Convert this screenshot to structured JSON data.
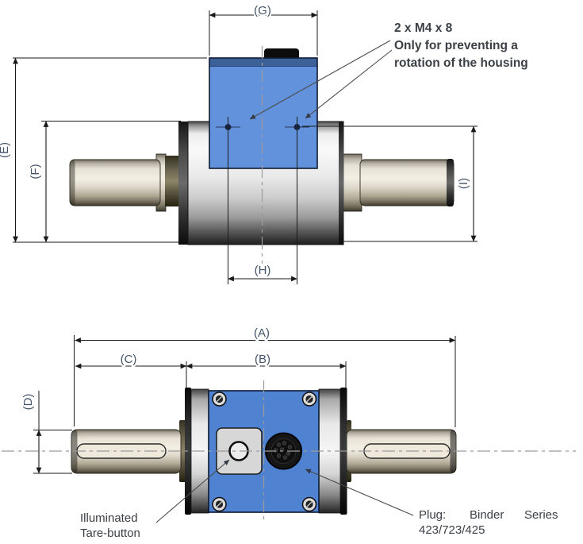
{
  "top": {
    "dims": {
      "G": "(G)",
      "E": "(E)",
      "F": "(F)",
      "H": "(H)",
      "I": "(I)"
    },
    "annotation": {
      "line1": "2 x M4 x 8",
      "line2": "Only for preventing a",
      "line3": "rotation of the housing"
    }
  },
  "bottom": {
    "dims": {
      "A": "(A)",
      "B": "(B)",
      "C": "(C)",
      "D": "(D)"
    },
    "tare": {
      "line1": "Illuminated",
      "line2": "Tare-button"
    },
    "plug": {
      "w1": "Plug:",
      "w2": "Binder",
      "w3": "Series",
      "line2": "423/723/425"
    }
  },
  "colors": {
    "housing_blue": "#6292DC",
    "housing_blue_dark": "#3C6199",
    "panel_blue": "#4F83D2",
    "metal_light": "#F2EFE8",
    "dimension_line": "#1A1A1A",
    "centerline": "#9A9A9A",
    "label_text": "#44546A",
    "annotation_text": "#3B4046"
  }
}
